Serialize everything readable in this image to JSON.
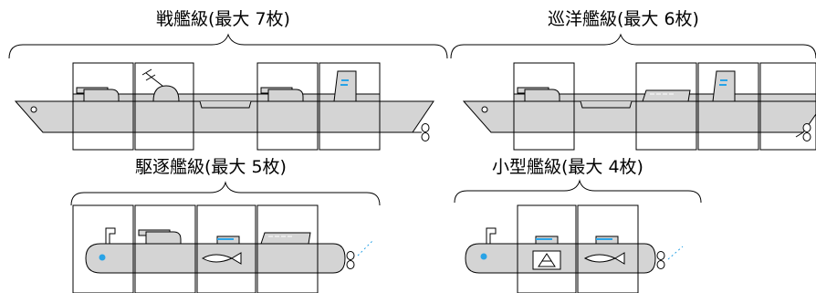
{
  "sections": {
    "battleship": {
      "label": "戦艦級(最大 7枚)"
    },
    "cruiser": {
      "label": "巡洋艦級(最大 6枚)"
    },
    "destroyer": {
      "label": "駆逐艦級(最大 5枚)"
    },
    "small": {
      "label": "小型艦級(最大 4枚)"
    }
  },
  "colors": {
    "hull": "#d4d4d4",
    "outline": "#000000",
    "accent": "#29a3e6",
    "background": "#ffffff"
  },
  "icons": {
    "battleship": [
      "main-gun-turret-icon",
      "radar-antenna-icon",
      "main-gun-turret-icon",
      "funnel-icon"
    ],
    "cruiser": [
      "main-gun-turret-icon",
      "missile-launcher-icon",
      "funnel-icon"
    ],
    "destroyer": [
      "periscope-icon",
      "main-gun-turret-icon",
      "torpedo-icon",
      "missile-launcher-icon"
    ],
    "small": [
      "periscope-icon",
      "sonar-triangle-icon",
      "torpedo-icon"
    ]
  }
}
